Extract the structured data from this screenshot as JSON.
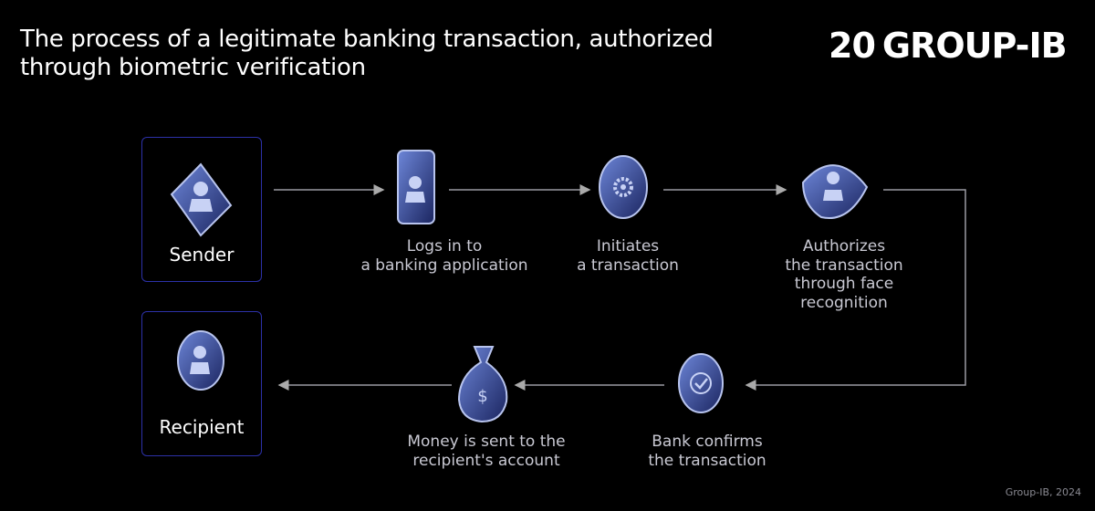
{
  "title": {
    "line1": "The process of a legitimate banking transaction, authorized",
    "line2": "through biometric verification"
  },
  "logo": {
    "number": "20",
    "brand": "GROUP-IB"
  },
  "actors": {
    "sender": "Sender",
    "recipient": "Recipient"
  },
  "steps": [
    {
      "icon": "phone-icon",
      "lines": [
        "Logs in to",
        "a banking application"
      ]
    },
    {
      "icon": "gear-coin-icon",
      "lines": [
        "Initiates",
        "a transaction"
      ]
    },
    {
      "icon": "face-recognition-icon",
      "lines": [
        "Authorizes",
        "the transaction",
        "through face",
        "recognition"
      ]
    },
    {
      "icon": "check-coin-icon",
      "lines": [
        "Bank confirms",
        "the transaction"
      ]
    },
    {
      "icon": "money-bag-icon",
      "lines": [
        "Money is sent to the",
        "recipient's account"
      ]
    }
  ],
  "footer": "Group-IB, 2024",
  "colors": {
    "accent": "#2c31a8",
    "icon_fill": "#3a4fa0",
    "text": "#c9c9d3"
  }
}
